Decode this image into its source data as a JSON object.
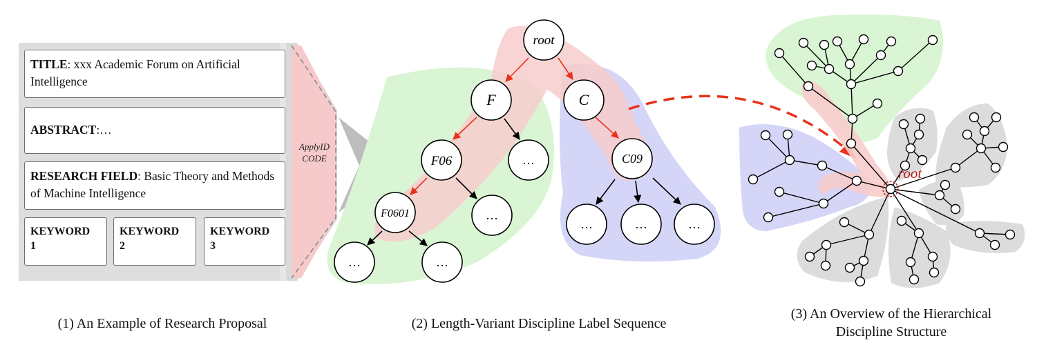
{
  "proposal": {
    "title_label": "TITLE",
    "title_value": ": xxx Academic Forum on Artificial Intelligence",
    "abstract_label": "ABSTRACT",
    "abstract_value": ":…",
    "field_label": "RESEARCH FIELD",
    "field_value": ": Basic Theory and Methods of Machine Intelligence",
    "keywords": [
      {
        "word": "KEYWORD",
        "num": "1"
      },
      {
        "word": "KEYWORD",
        "num": "2"
      },
      {
        "word": "KEYWORD",
        "num": "3"
      }
    ],
    "code_line1": "ApplyID",
    "code_line2": "CODE"
  },
  "tree": {
    "root": "root",
    "f": "F",
    "c": "C",
    "f06": "F06",
    "c09": "C09",
    "f0601": "F0601",
    "ellipsis": "…"
  },
  "hierarchy": {
    "root_label": "root"
  },
  "captions": {
    "c1": "(1) An Example of Research Proposal",
    "c2": "(2) Length-Variant Discipline Label Sequence",
    "c3_line1": "(3) An Overview of the Hierarchical",
    "c3_line2": "Discipline Structure"
  },
  "colors": {
    "green_region": "#d9f5d3",
    "blue_region": "#d4d5f7",
    "red_region": "#f7cccc",
    "gray_region": "#dcdcdc",
    "red_arrow": "#e8331c",
    "root_red": "#b01c1c"
  }
}
